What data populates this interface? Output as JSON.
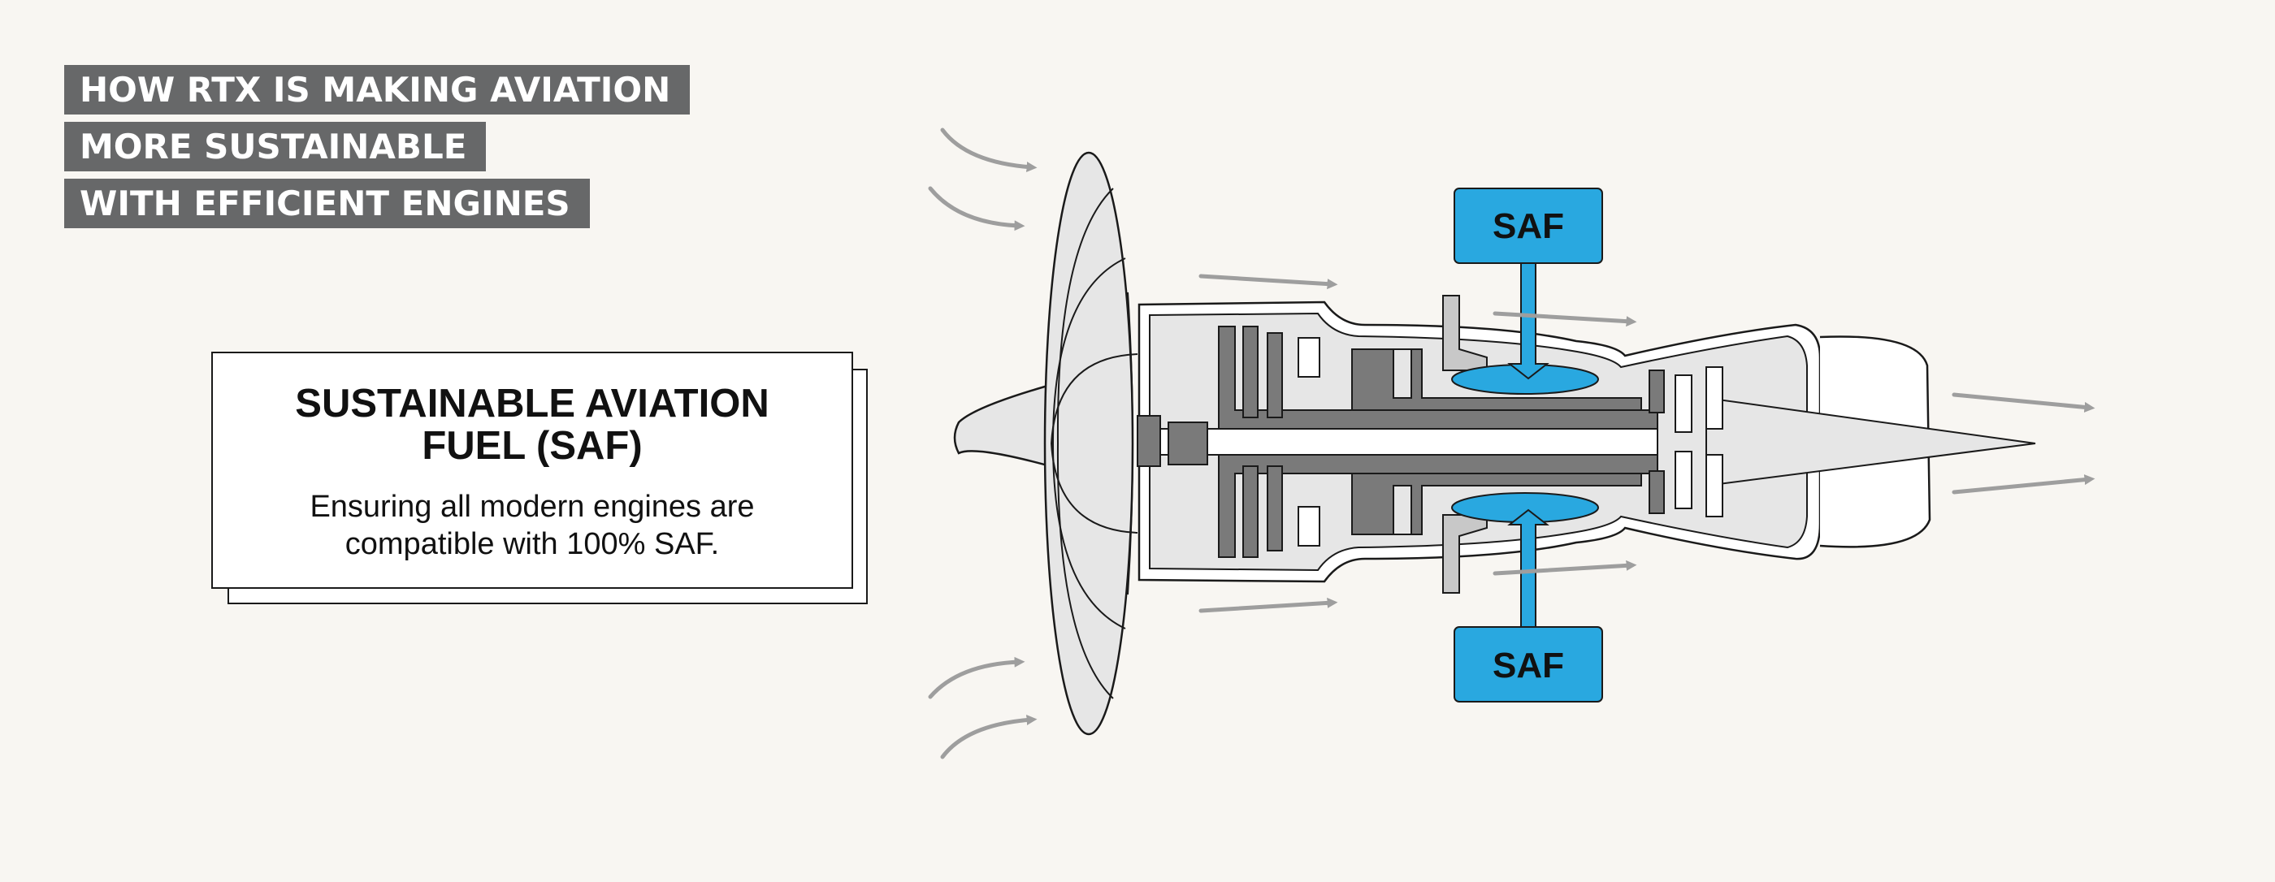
{
  "headline": {
    "lines": [
      "HOW RTX IS MAKING AVIATION",
      "MORE SUSTAINABLE",
      "WITH EFFICIENT ENGINES"
    ]
  },
  "card": {
    "title": "SUSTAINABLE AVIATION FUEL (SAF)",
    "body": "Ensuring all modern engines are compatible with 100% SAF."
  },
  "diagram": {
    "fuel_labels": [
      "SAF",
      "SAF"
    ]
  },
  "colors": {
    "background": "#f8f6f2",
    "headline_band": "#676869",
    "saf_blue": "#29a8e0",
    "engine_dark": "#7a7a7a",
    "engine_light": "#e6e6e6",
    "airflow_arrow": "#9e9e9e"
  }
}
